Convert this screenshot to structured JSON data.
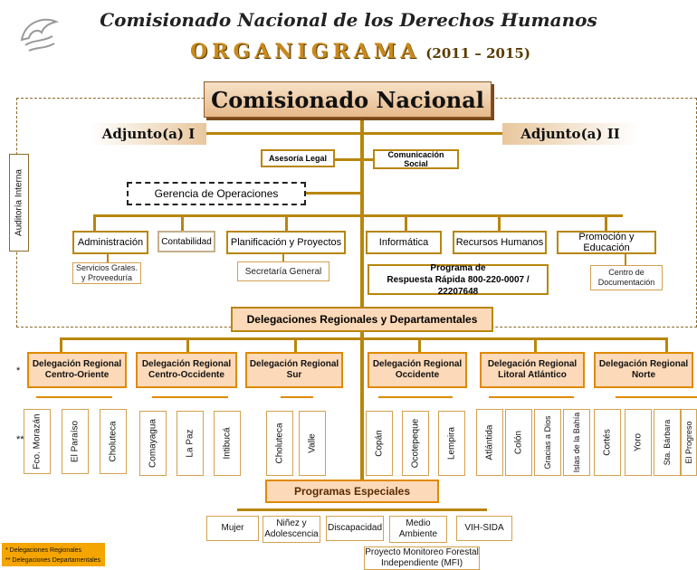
{
  "header": {
    "title": "Comisionado Nacional de los Derechos Humanos",
    "subtitle": "ORGANIGRAMA",
    "years": "(2011 – 2015)"
  },
  "top": {
    "comisionado": "Comisionado Nacional",
    "adjunto1": "Adjunto(a) I",
    "adjunto2": "Adjunto(a) II",
    "auditoria": "Auditoría Interna"
  },
  "staff": {
    "asesoria": "Asesoría Legal",
    "comunicacion": "Comunicación Social",
    "gerencia": "Gerencia de Operaciones"
  },
  "units": [
    "Administración",
    "Contabilidad",
    "Planificación y Proyectos",
    "Informática",
    "Recursos Humanos",
    "Promoción y Educación"
  ],
  "unit_subs": {
    "servicios": "Servicios Grales. y Proveeduría",
    "secretaria": "Secretaría General",
    "centro": "Centro de Documentación",
    "programa_line1": "Programa de",
    "programa_line2": "Respuesta Rápida 800-220-0007 / 22207648"
  },
  "delegaciones_title": "Delegaciones Regionales y Departamentales",
  "regions": [
    {
      "label": "Delegación Regional Centro-Oriente",
      "depts": [
        "Fco. Morazán",
        "El Paraíso",
        "Choluteca"
      ]
    },
    {
      "label": "Delegación Regional Centro-Occidente",
      "depts": [
        "Comayagua",
        "La Paz",
        "Intibucá"
      ]
    },
    {
      "label": "Delegación Regional Sur",
      "depts": [
        "Choluteca",
        "Valle"
      ]
    },
    {
      "label": "Delegación Regional Occidente",
      "depts": [
        "Copán",
        "Ocotepeque",
        "Lempira"
      ]
    },
    {
      "label": "Delegación Regional Litoral Atlántico",
      "depts": [
        "Atlántida",
        "Colón",
        "Gracias a Dios",
        "Islas de la Bahía"
      ]
    },
    {
      "label": "Delegación Regional Norte",
      "depts": [
        "Cortés",
        "Yoro",
        "Sta. Bárbara",
        "El Progreso"
      ]
    }
  ],
  "programas": {
    "title": "Programas Especiales",
    "items": [
      "Mujer",
      "Niñez y Adolescencia",
      "Discapacidad",
      "Medio Ambiente",
      "VIH-SIDA"
    ],
    "proyecto": "Proyecto Monitoreo Forestal Independiente (MFI)"
  },
  "legend": {
    "item1": "* Delegaciones Regionales",
    "item2": "** Delegaciones Departamentales"
  },
  "markers": {
    "single": "*",
    "double": "**"
  },
  "colors": {
    "gold": "#b8860b",
    "peach": "#fcd9b8",
    "orange": "#f5a500"
  }
}
